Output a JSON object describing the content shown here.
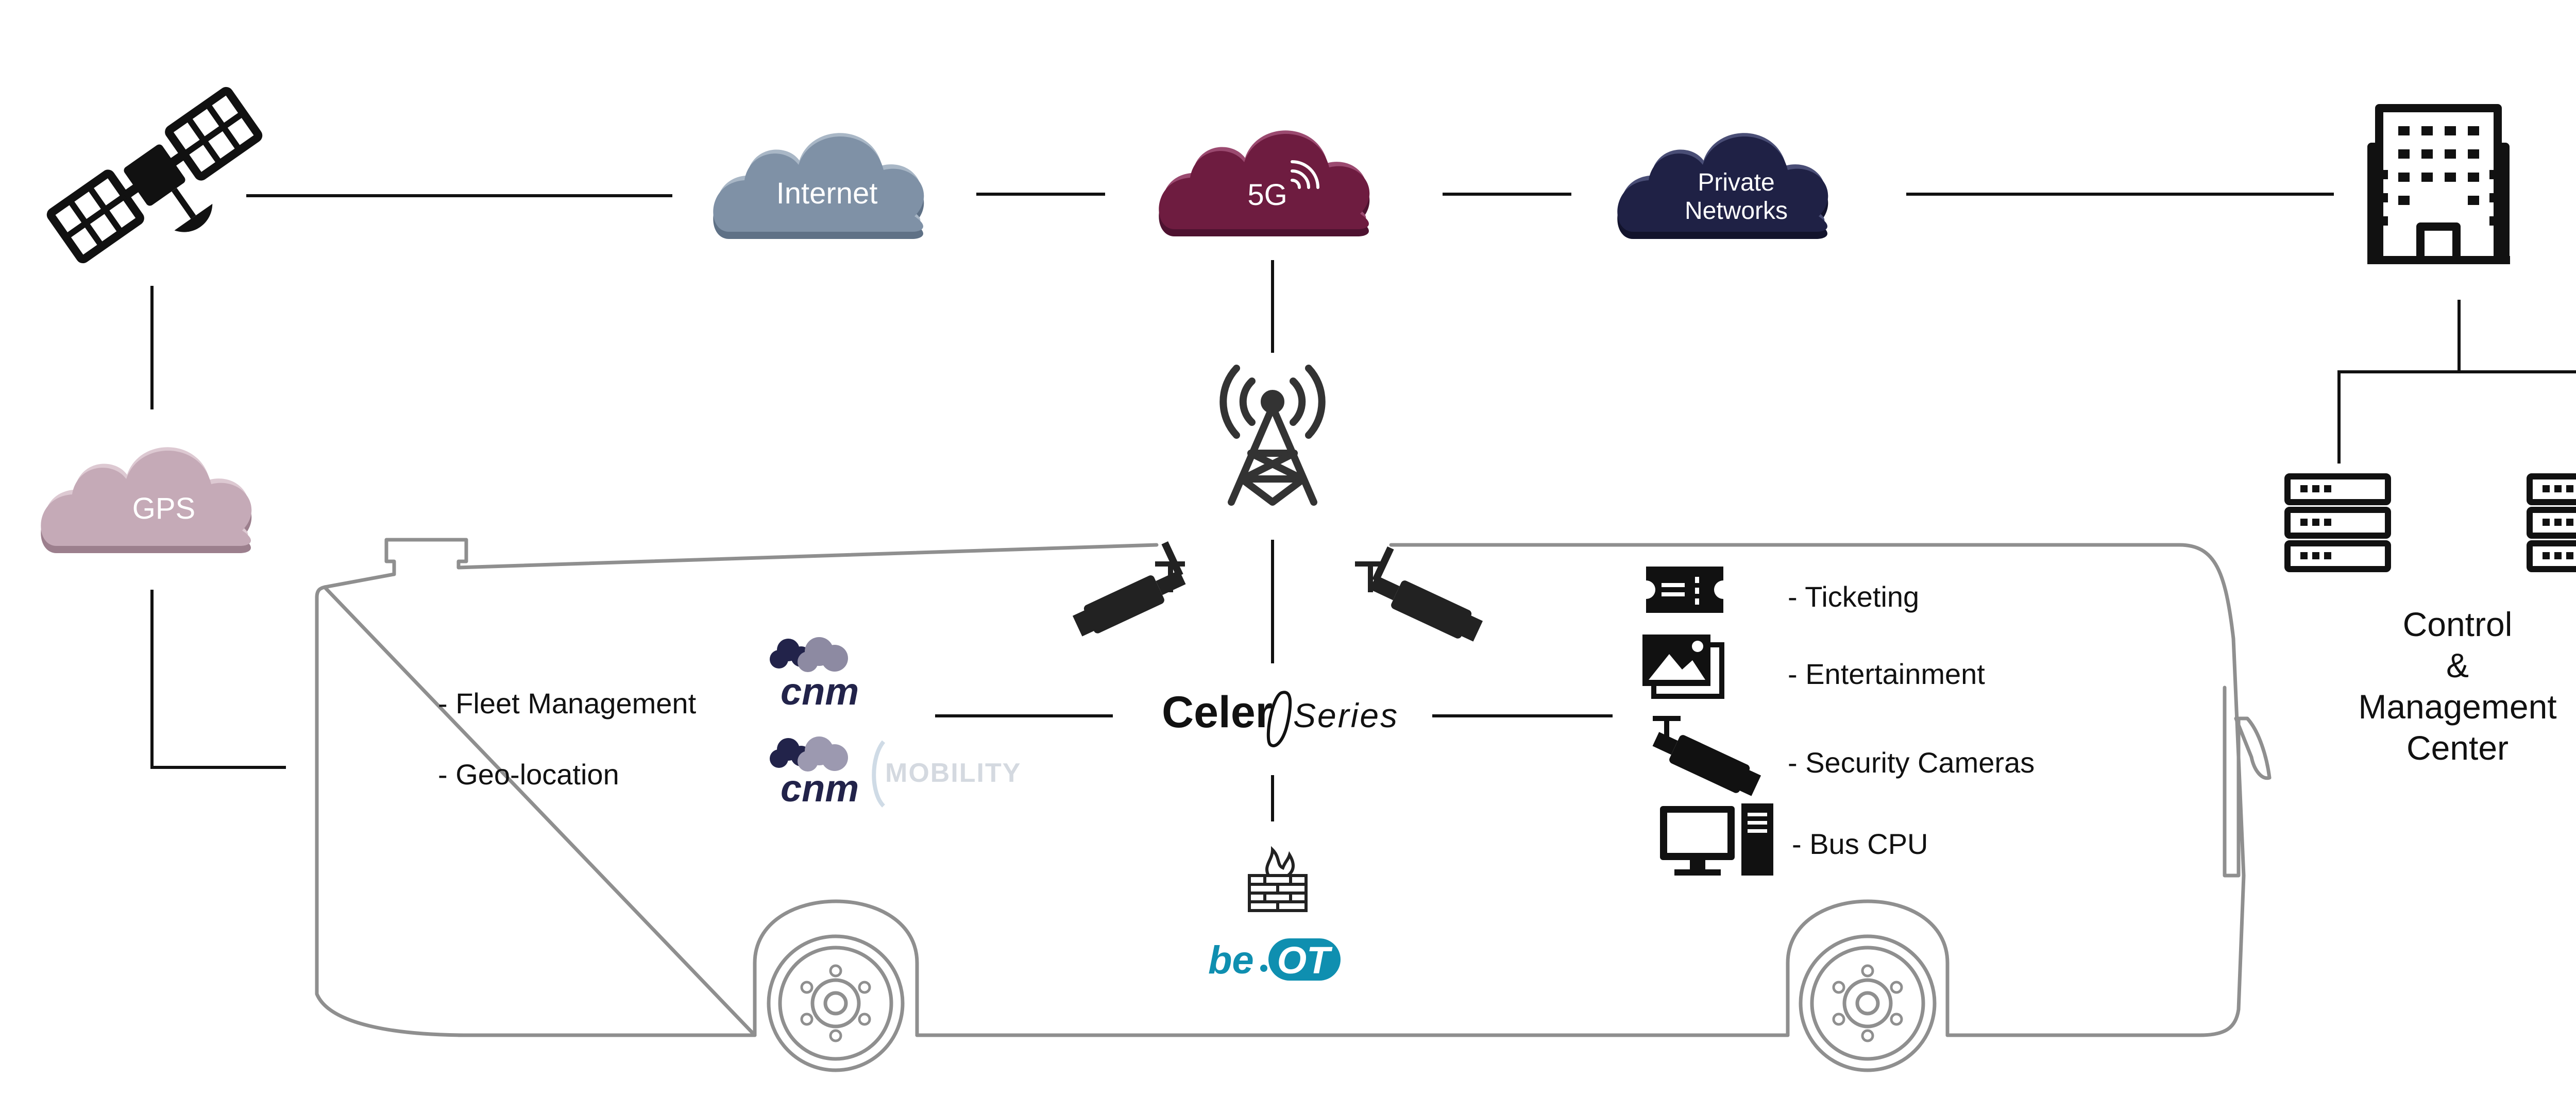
{
  "clouds": {
    "internet": {
      "label": "Internet",
      "color": "#7f91a6",
      "shadow": "#5f7186",
      "top": "#a9b7c6"
    },
    "fiveg": {
      "label": "5G",
      "color": "#6e1c40",
      "shadow": "#4e1230",
      "top": "#9b4a70"
    },
    "private": {
      "line1": "Private",
      "line2": "Networks",
      "color": "#1f2145",
      "shadow": "#12132c",
      "top": "#4a4e76"
    },
    "gps": {
      "label": "GPS",
      "color": "#c5aab7",
      "shadow": "#9c7f8d",
      "top": "#ddc9d2"
    }
  },
  "features_left": [
    "- Fleet Management",
    "- Geo-location"
  ],
  "features_right": [
    "- Ticketing",
    "- Entertainment",
    "- Security Cameras",
    "- Bus CPU"
  ],
  "control_center": {
    "line1": "Control",
    "line2": "&",
    "line3": "Management",
    "line4": "Center"
  },
  "logos": {
    "cnm": "cnm",
    "cnm_mobility_word": "MOBILITY",
    "celer_a": "Celer",
    "celer_b": "Series",
    "beot_a": "be",
    "beot_b": "OT",
    "beot_color": "#0f8fb0"
  },
  "colors": {
    "line": "#111111",
    "bus": "#8f8f8f",
    "icon": "#111111"
  }
}
